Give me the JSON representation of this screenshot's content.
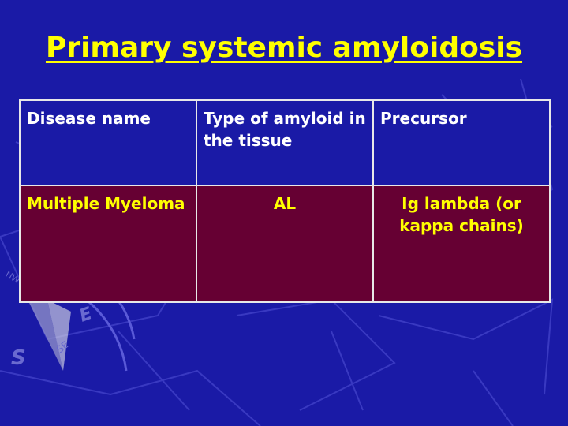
{
  "slide": {
    "title": "Primary systemic amyloidosis"
  },
  "table": {
    "headers": [
      "Disease name",
      "Type of amyloid in the tissue",
      "Precursor"
    ],
    "rows": [
      [
        "Multiple Myeloma",
        "AL",
        "Ig lambda (or kappa chains)"
      ]
    ]
  },
  "background": {
    "compass_letters": [
      "S",
      "E",
      "SE",
      "NW"
    ]
  },
  "colors": {
    "background": "#1a1aa6",
    "title": "#ffff00",
    "header_text": "#ffffff",
    "row_fill": "#660033",
    "row_text": "#ffff00",
    "border": "#e8e8e8"
  }
}
